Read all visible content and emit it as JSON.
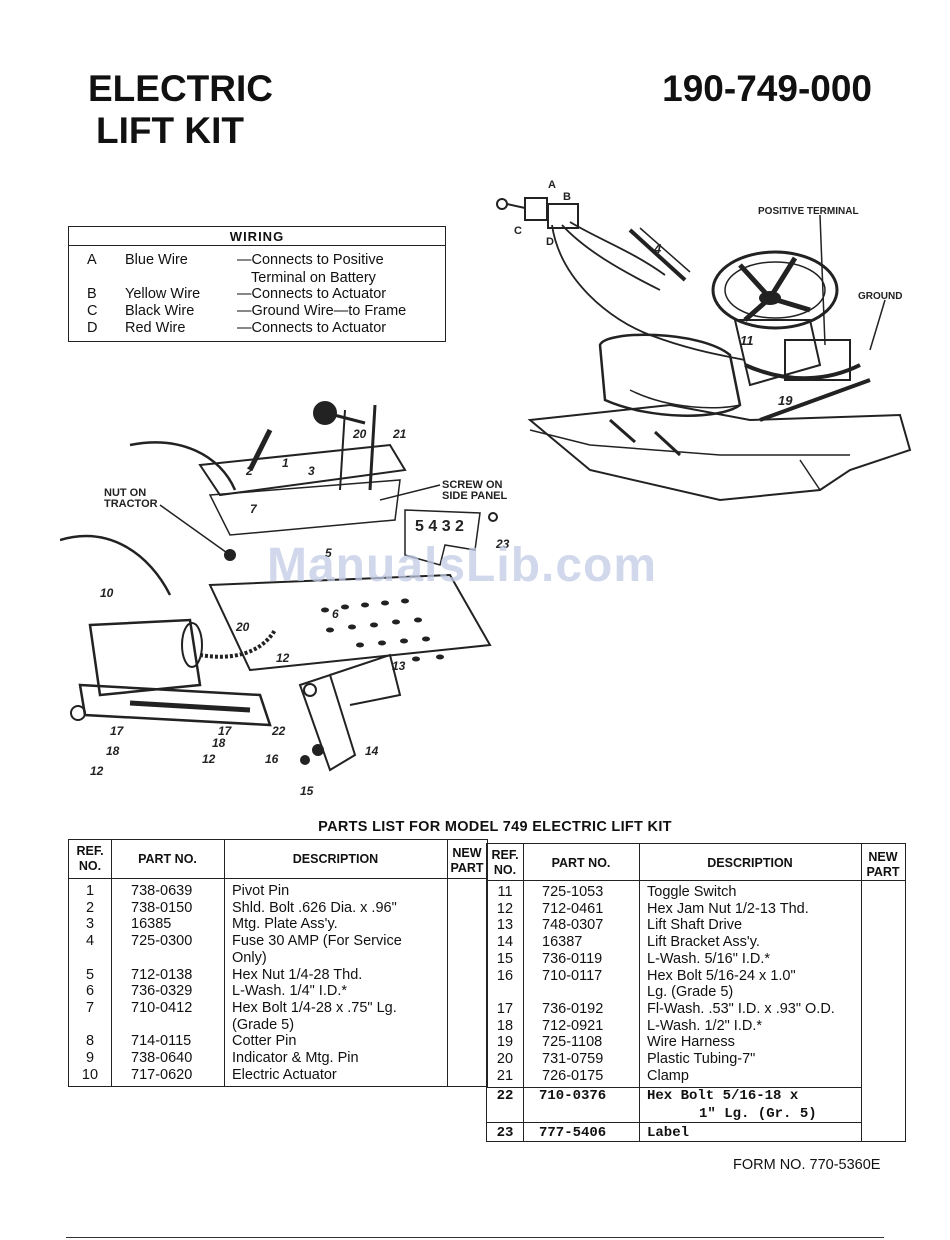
{
  "header": {
    "title_line1": "ELECTRIC",
    "title_line2": "LIFT KIT",
    "form_code": "190-749-000"
  },
  "wiring": {
    "title": "WIRING",
    "rows": [
      {
        "letter": "A",
        "color": "Blue Wire",
        "desc": "—Connects to Positive"
      },
      {
        "letter": "",
        "color": "",
        "desc": "  Terminal on Battery"
      },
      {
        "letter": "B",
        "color": "Yellow Wire",
        "desc": "—Connects to Actuator"
      },
      {
        "letter": "C",
        "color": "Black Wire",
        "desc": "—Ground Wire—to Frame"
      },
      {
        "letter": "D",
        "color": "Red Wire",
        "desc": "—Connects to Actuator"
      }
    ]
  },
  "diagram_labels": {
    "positive_terminal": "POSITIVE TERMINAL",
    "ground": "GROUND",
    "nut_on": "NUT ON",
    "tractor": "TRACTOR",
    "screw_on": "SCREW ON",
    "side_panel": "SIDE PANEL",
    "indicator_digits": "5 4 3 2",
    "a": "A",
    "b": "B",
    "c": "C",
    "d": "D",
    "n1": "1",
    "n2": "2",
    "n3": "3",
    "n4": "4",
    "n5": "5",
    "n6": "6",
    "n7": "7",
    "n10": "10",
    "n11": "11",
    "n12": "12",
    "n12b": "12",
    "n12c": "12",
    "n13": "13",
    "n14": "14",
    "n15": "15",
    "n16": "16",
    "n17": "17",
    "n17b": "17",
    "n18": "18",
    "n18b": "18",
    "n19": "19",
    "n20": "20",
    "n20b": "20",
    "n21": "21",
    "n22": "22",
    "n23": "23"
  },
  "watermark": "ManualsLib.com",
  "parts": {
    "title": "PARTS LIST FOR MODEL 749 ELECTRIC LIFT KIT",
    "col_ref_1": "REF.",
    "col_ref_2": "NO.",
    "col_part": "PART NO.",
    "col_desc": "DESCRIPTION",
    "col_new_1": "NEW",
    "col_new_2": "PART",
    "left_rows": [
      {
        "ref": "1",
        "part": "738-0639",
        "desc": "Pivot Pin"
      },
      {
        "ref": "2",
        "part": "738-0150",
        "desc": "Shld. Bolt .626 Dia. x .96\""
      },
      {
        "ref": "3",
        "part": "16385",
        "desc": "Mtg. Plate Ass'y."
      },
      {
        "ref": "4",
        "part": "725-0300",
        "desc": "Fuse 30 AMP (For Service"
      },
      {
        "ref": "",
        "part": "",
        "desc": "  Only)"
      },
      {
        "ref": "5",
        "part": "712-0138",
        "desc": "Hex Nut 1/4-28 Thd."
      },
      {
        "ref": "6",
        "part": "736-0329",
        "desc": "L-Wash. 1/4\" I.D.*"
      },
      {
        "ref": "7",
        "part": "710-0412",
        "desc": "Hex Bolt 1/4-28 x .75\" Lg."
      },
      {
        "ref": "",
        "part": "",
        "desc": "(Grade 5)"
      },
      {
        "ref": "8",
        "part": "714-0115",
        "desc": "Cotter Pin"
      },
      {
        "ref": "9",
        "part": "738-0640",
        "desc": "Indicator & Mtg. Pin"
      },
      {
        "ref": "10",
        "part": "717-0620",
        "desc": "Electric Actuator"
      }
    ],
    "right_rows": [
      {
        "ref": "11",
        "part": "725-1053",
        "desc": "Toggle Switch"
      },
      {
        "ref": "12",
        "part": "712-0461",
        "desc": "Hex Jam Nut 1/2-13 Thd."
      },
      {
        "ref": "13",
        "part": "748-0307",
        "desc": "Lift Shaft Drive"
      },
      {
        "ref": "14",
        "part": "16387",
        "desc": "Lift Bracket Ass'y."
      },
      {
        "ref": "15",
        "part": "736-0119",
        "desc": "L-Wash. 5/16\" I.D.*"
      },
      {
        "ref": "16",
        "part": "710-0117",
        "desc": "Hex Bolt 5/16-24 x 1.0\""
      },
      {
        "ref": "",
        "part": "",
        "desc": "  Lg. (Grade 5)"
      },
      {
        "ref": "17",
        "part": "736-0192",
        "desc": "Fl-Wash. .53\" I.D. x .93\" O.D."
      },
      {
        "ref": "18",
        "part": "712-0921",
        "desc": "L-Wash. 1/2\" I.D.*"
      },
      {
        "ref": "19",
        "part": "725-1108",
        "desc": "Wire Harness"
      },
      {
        "ref": "20",
        "part": "731-0759",
        "desc": "Plastic Tubing-7\""
      },
      {
        "ref": "21",
        "part": "726-0175",
        "desc": "Clamp"
      }
    ],
    "typed_rows": [
      {
        "ref": "22",
        "part": "710-0376",
        "desc": "Hex Bolt 5/16-18 x"
      },
      {
        "ref": "",
        "part": "",
        "desc": "1\" Lg. (Gr. 5)"
      },
      {
        "ref": "23",
        "part": "777-5406",
        "desc": "Label"
      }
    ]
  },
  "footer": {
    "form_no": "FORM NO. 770-5360E"
  }
}
